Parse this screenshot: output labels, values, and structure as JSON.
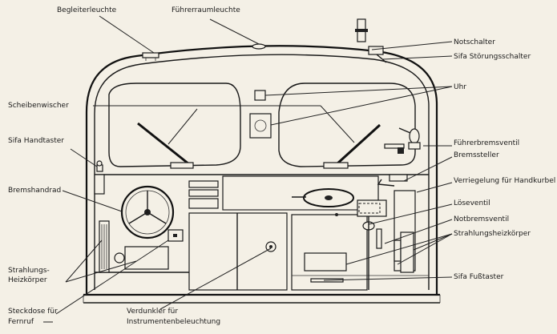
{
  "labels": {
    "begleiterleuchte": "Begleiterleuchte",
    "fuehrerraumleuchte": "Führerraumleuchte",
    "notschalter": "Notschalter",
    "sifa_stoerung": "Sifa Störungsschalter",
    "uhr": "Uhr",
    "scheibenwischer": "Scheibenwischer",
    "sifa_handtaster": "Sifa Handtaster",
    "fuehrerbremsventil": "Führerbremsventil",
    "bremssteller": "Bremssteller",
    "verriegelung": "Verriegelung für Handkurbel",
    "bremshandrad": "Bremshandrad",
    "loeseventil": "Löseventil",
    "notbremsventil": "Notbremsventil",
    "strahlungsheizkoerper_right": "Strahlungsheizkörper",
    "strahlungs_line1": "Strahlungs-",
    "strahlungs_line2": "Heizkörper",
    "sifa_fusstaster": "Sifa Fußtaster",
    "steckdose_line1": "Steckdose für",
    "steckdose_line2": "Fernruf",
    "verdunkler_line1": "Verdunkler für",
    "verdunkler_line2": "Instrumentenbeleuchtung"
  }
}
